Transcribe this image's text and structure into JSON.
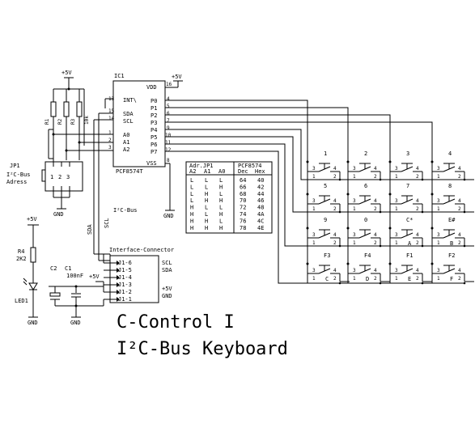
{
  "supply": {
    "vcc": "+5V",
    "gnd": "GND"
  },
  "resistors": [
    {
      "ref": "R1"
    },
    {
      "ref": "R2"
    },
    {
      "ref": "R3"
    },
    {
      "ref": "10k"
    }
  ],
  "ic": {
    "ref": "IC1",
    "part": "PCF8574T",
    "left_pins": [
      {
        "num": "13",
        "name": "INT\\"
      },
      {
        "num": "15",
        "name": "SDA"
      },
      {
        "num": "14",
        "name": "SCL"
      },
      {
        "num": "1",
        "name": "A0"
      },
      {
        "num": "2",
        "name": "A1"
      },
      {
        "num": "3",
        "name": "A2"
      }
    ],
    "right_pins": [
      {
        "num": "16",
        "name": "VDD"
      },
      {
        "num": "4",
        "name": "P0"
      },
      {
        "num": "5",
        "name": "P1"
      },
      {
        "num": "6",
        "name": "P2"
      },
      {
        "num": "7",
        "name": "P3"
      },
      {
        "num": "9",
        "name": "P4"
      },
      {
        "num": "10",
        "name": "P5"
      },
      {
        "num": "11",
        "name": "P6"
      },
      {
        "num": "12",
        "name": "P7"
      },
      {
        "num": "8",
        "name": "VSS"
      }
    ]
  },
  "jumper": {
    "ref": "JP1",
    "label_lines": [
      "I²C-Bus",
      "Adress"
    ],
    "pins": [
      "1",
      "2",
      "3"
    ]
  },
  "bus": {
    "label": "I²C-Bus",
    "scl": "SCL",
    "sda": "SDA"
  },
  "address_table": {
    "head_left": "Adr.JP1",
    "head_right": "PCF8574",
    "sub": [
      "A2",
      "A1",
      "A0",
      "Dec",
      "Hex"
    ],
    "rows": [
      [
        "L",
        "L",
        "L",
        "64",
        "40"
      ],
      [
        "L",
        "L",
        "H",
        "66",
        "42"
      ],
      [
        "L",
        "H",
        "L",
        "68",
        "44"
      ],
      [
        "L",
        "H",
        "H",
        "70",
        "46"
      ],
      [
        "H",
        "L",
        "L",
        "72",
        "48"
      ],
      [
        "H",
        "L",
        "H",
        "74",
        "4A"
      ],
      [
        "H",
        "H",
        "L",
        "76",
        "4C"
      ],
      [
        "H",
        "H",
        "H",
        "78",
        "4E"
      ]
    ]
  },
  "led": {
    "resistor": "R4",
    "resistor_value": "2K2",
    "ref": "LED1"
  },
  "connector": {
    "title": "Interface-Connector",
    "pins": [
      "J1-6",
      "J1-5",
      "J1-4",
      "J1-3",
      "J1-2",
      "J1-1"
    ],
    "right_labels": [
      "SCL",
      "SDA",
      "+5V",
      "GND"
    ],
    "c1": "C1",
    "c1_value": "100nF",
    "c2": "C2"
  },
  "keys": [
    [
      "1",
      "2",
      "3",
      "4"
    ],
    [
      "5",
      "6",
      "7",
      "8"
    ],
    [
      "9",
      "0",
      "C*",
      "E#"
    ],
    [
      "F3",
      "F4",
      "F1",
      "F2"
    ]
  ],
  "key_sublabels": [
    [
      "",
      "",
      "",
      ""
    ],
    [
      "",
      "",
      "",
      ""
    ],
    [
      "",
      "",
      "A",
      "B"
    ],
    [
      "C",
      "D",
      "E",
      "F"
    ]
  ],
  "switch_pins": [
    "1",
    "2",
    "3",
    "4"
  ],
  "title": {
    "line1": "C-Control I",
    "line2": "I²C-Bus Keyboard"
  }
}
